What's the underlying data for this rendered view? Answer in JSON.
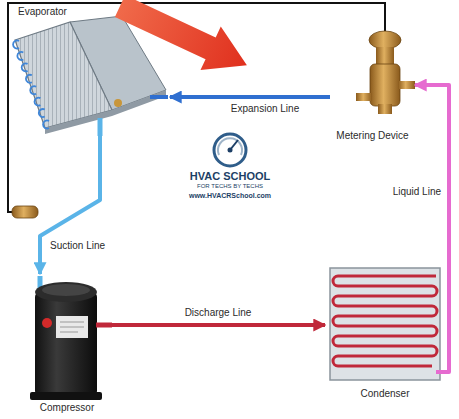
{
  "diagram": {
    "nodes": [
      {
        "text": [
          "Evaporator"
        ]
      },
      {
        "text": [
          "Metering Device"
        ]
      },
      {
        "text": [
          "Compressor"
        ]
      },
      {
        "text": [
          "Condenser"
        ]
      }
    ],
    "edges": [
      {
        "from": 1,
        "to": 0,
        "label": "Expansion Line",
        "arrow": "to"
      },
      {
        "from": 0,
        "to": 2,
        "label": "Suction Line",
        "arrow": "to"
      },
      {
        "from": 2,
        "to": 3,
        "label": "Discharge Line",
        "arrow": "to"
      },
      {
        "from": 3,
        "to": 1,
        "label": "Liquid Line",
        "arrow": "to"
      }
    ],
    "labels": [
      "HVAC SCHOOL",
      "FOR TECHS BY TECHS",
      "www.HVACRSchool.com"
    ]
  }
}
